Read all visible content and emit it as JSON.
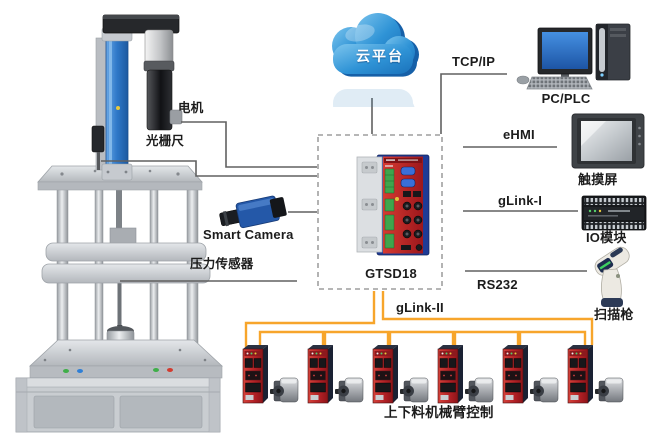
{
  "colors": {
    "wire_gray": "#606060",
    "bus_orange": "#F7A52B",
    "drive_red": "#c1272d",
    "cloud_blue": "#2287cc",
    "machine_blue_rail": "#2e6fb8"
  },
  "cloud": {
    "label": "云平台"
  },
  "machine": {
    "motor_label": "电机",
    "encoder_label": "光栅尺",
    "camera_label": "Smart Camera",
    "pressure_label": "压力传感器"
  },
  "controller": {
    "name": "GTSD18"
  },
  "links": {
    "tcpip": "TCP/IP",
    "ehmi": "eHMI",
    "glink1": "gLink-I",
    "rs232": "RS232",
    "glink2": "gLink-II"
  },
  "peripherals": {
    "pc": "PC/PLC",
    "touchscreen": "触摸屏",
    "io_module": "IO模块",
    "scanner": "扫描枪"
  },
  "servo_row": {
    "caption": "上下料机械臂控制",
    "pair_count": 6
  }
}
